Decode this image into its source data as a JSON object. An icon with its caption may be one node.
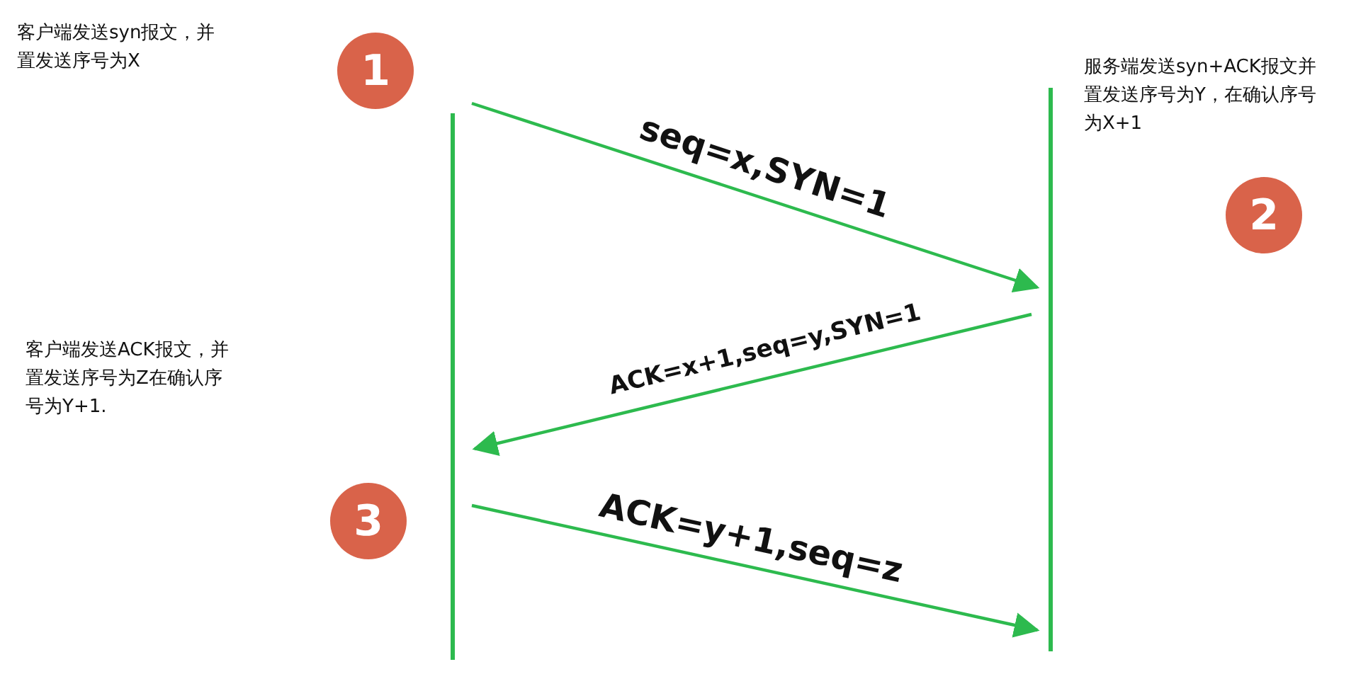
{
  "diagram": {
    "nodes": [
      {
        "text": [
          "1"
        ]
      },
      {
        "text": [
          "2"
        ]
      },
      {
        "text": [
          "3"
        ]
      },
      {
        "text": [],
        "shape": "bar"
      },
      {
        "text": [],
        "shape": "bar"
      }
    ],
    "edges": [
      {
        "from": 3,
        "to": 4,
        "arrow": "to",
        "label": "seq=x,SYN=1"
      },
      {
        "from": 4,
        "to": 3,
        "arrow": "to",
        "label": "ACK=x+1,seq=y,SYN=1"
      },
      {
        "from": 3,
        "to": 4,
        "arrow": "to",
        "label": "ACK=y+1,seq=z"
      }
    ],
    "labels": [
      "客户端发送syn报文，并置发送序号为X",
      "服务端发送syn+ACK报文并置发送序号为Y，在确认序号为X+1",
      "客户端发送ACK报文，并置发送序号为Z在确认序号为Y+1."
    ]
  }
}
